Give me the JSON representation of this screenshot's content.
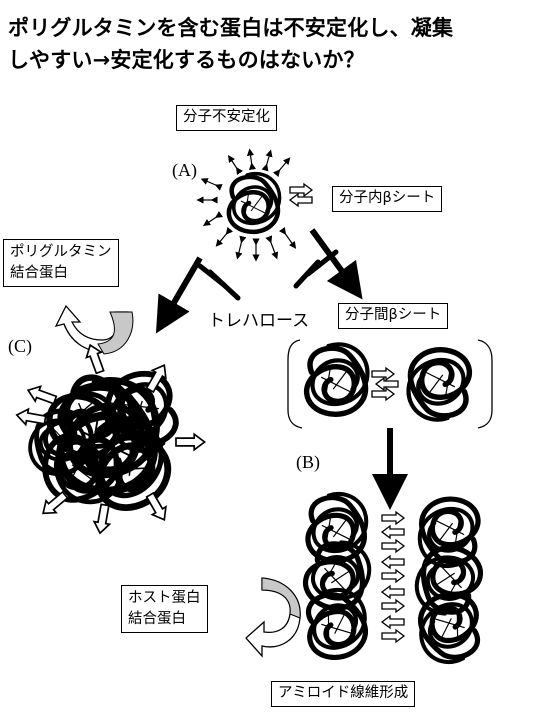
{
  "title": {
    "line1": "ポリグルタミンを含む蛋白は不安定化し、凝集",
    "line2": "しやすい→安定化するものはないか？"
  },
  "labels": {
    "destabilization": "分子不安定化",
    "intra_beta": "分子内βシート",
    "inter_beta": "分子間βシート",
    "polyq_binding": [
      "ポリグルタミン",
      "結合蛋白"
    ],
    "host_binding": [
      "ホスト蛋白",
      "結合蛋白"
    ],
    "amyloid": "アミロイド線維形成",
    "trehalose": "トレハロース",
    "state_a": "(A)",
    "state_b": "(B)",
    "state_c": "(C)"
  }
}
